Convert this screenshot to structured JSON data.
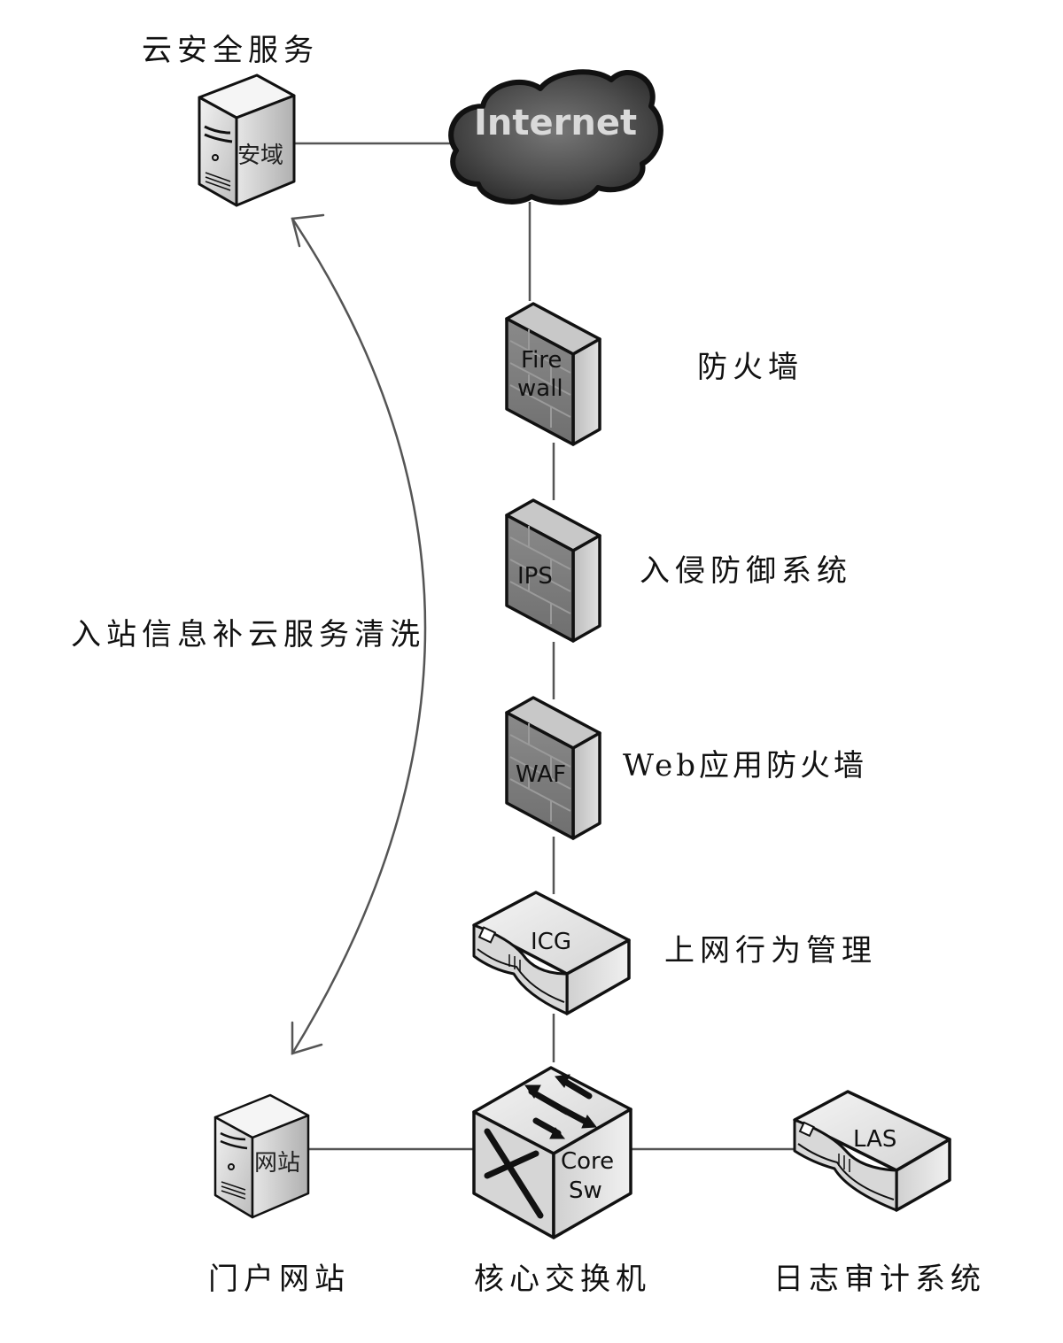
{
  "diagram": {
    "type": "network-topology",
    "colors": {
      "line": "#555555",
      "stroke": "#111111",
      "cloud_text": "#d9d9d9"
    },
    "nodes": {
      "cloud_security": {
        "icon": "server-icon",
        "device_text": "安域",
        "label": "云安全服务"
      },
      "internet": {
        "icon": "cloud-icon",
        "device_text": "Internet"
      },
      "firewall": {
        "icon": "firewall-icon",
        "device_text_line1": "Fire",
        "device_text_line2": "wall",
        "label": "防火墙"
      },
      "ips": {
        "icon": "firewall-icon",
        "device_text": "IPS",
        "label": "入侵防御系统"
      },
      "waf": {
        "icon": "firewall-icon",
        "device_text": "WAF",
        "label": "Web应用防火墙"
      },
      "icg": {
        "icon": "appliance-icon",
        "device_text": "ICG",
        "label": "上网行为管理"
      },
      "core_switch": {
        "icon": "switch-cube-icon",
        "device_text_line1": "Core",
        "device_text_line2": "Sw",
        "label": "核心交换机"
      },
      "portal": {
        "icon": "server-icon",
        "device_text": "网站",
        "label": "门户网站"
      },
      "las": {
        "icon": "appliance-icon",
        "device_text": "LAS",
        "label": "日志审计系统"
      }
    },
    "edges": [
      {
        "from": "cloud_security",
        "to": "internet"
      },
      {
        "from": "internet",
        "to": "firewall"
      },
      {
        "from": "firewall",
        "to": "ips"
      },
      {
        "from": "ips",
        "to": "waf"
      },
      {
        "from": "waf",
        "to": "icg"
      },
      {
        "from": "icg",
        "to": "core_switch"
      },
      {
        "from": "portal",
        "to": "core_switch"
      },
      {
        "from": "core_switch",
        "to": "las"
      },
      {
        "from": "portal",
        "to": "cloud_security",
        "style": "curved-bidirectional-arrow",
        "label": "入站信息补云服务清洗"
      }
    ]
  }
}
